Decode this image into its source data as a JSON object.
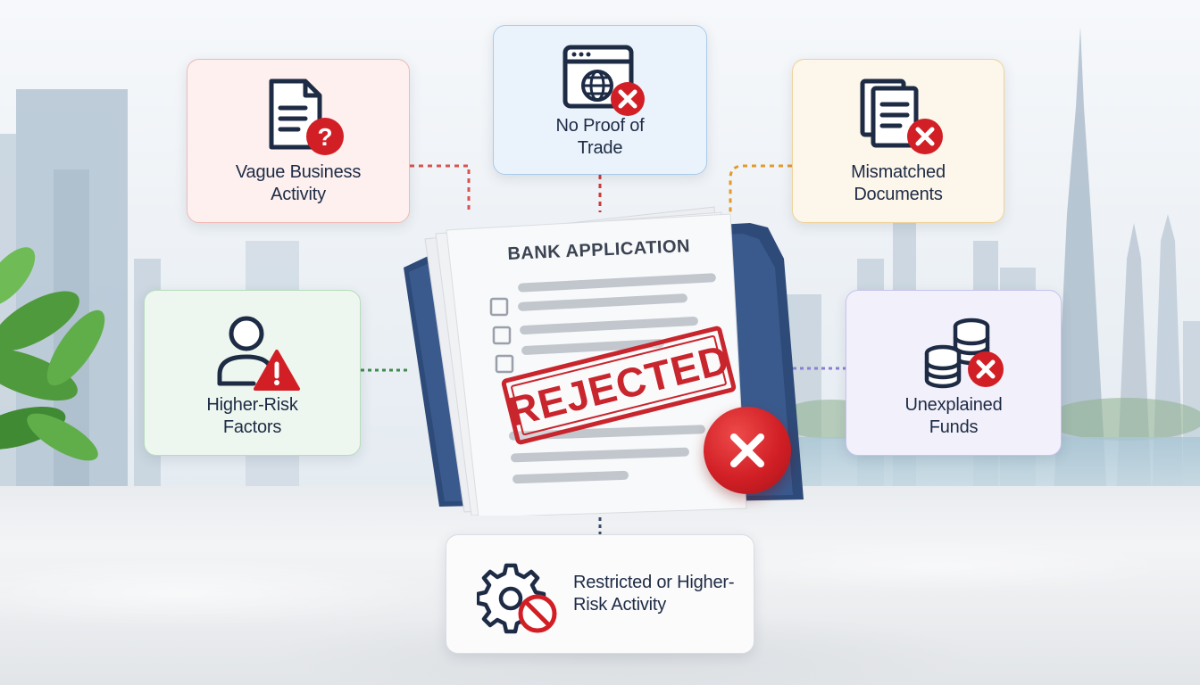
{
  "document": {
    "title": "BANK APPLICATION",
    "stamp": "REJECTED"
  },
  "reasons": {
    "vague": "Vague Business Activity",
    "trade": "No Proof of Trade",
    "mismatch": "Mismatched Documents",
    "risk": "Higher-Risk Factors",
    "funds": "Unexplained Funds",
    "restricted": "Restricted or Higher-Risk Activity"
  },
  "colors": {
    "red": "#d11f25",
    "navy": "#1d2b45",
    "vague_connector": "#d9534f",
    "trade_connector": "#c93a3a",
    "mismatch_connector": "#e39a2d",
    "risk_connector": "#3e8a4f",
    "funds_connector": "#8a7fd0",
    "restricted_connector": "#3c4a6a"
  },
  "icons": {
    "vague": "document-question-icon",
    "trade": "browser-globe-x-icon",
    "mismatch": "documents-x-icon",
    "risk": "person-warning-icon",
    "funds": "coins-x-icon",
    "restricted": "gear-prohibited-icon",
    "rejected": "x-circle-icon"
  }
}
